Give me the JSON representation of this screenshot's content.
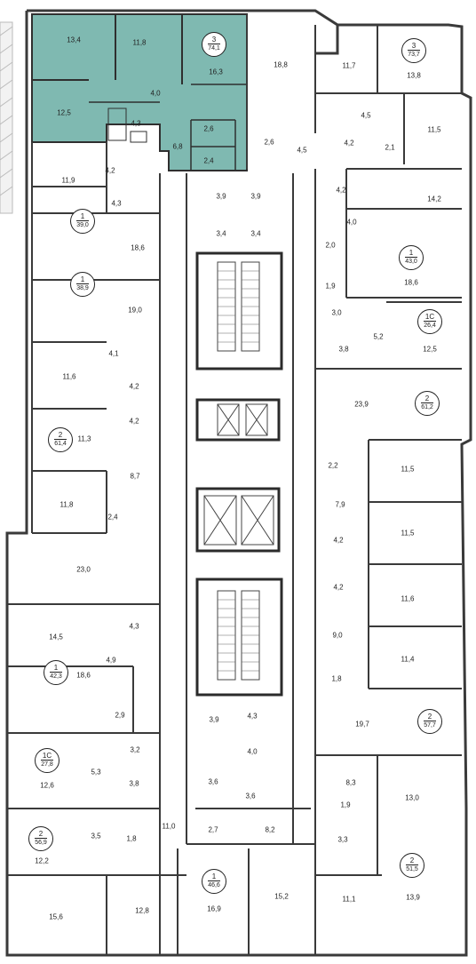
{
  "colors": {
    "wall": "#3a3a3a",
    "selected": "#7fb9b1",
    "background": "#ffffff",
    "stairs": "#2b2b2b"
  },
  "selected_apartment": {
    "rooms": "3",
    "area": "74,1"
  },
  "badges": [
    {
      "rooms": "3",
      "area": "74,1"
    },
    {
      "rooms": "3",
      "area": "73,7"
    },
    {
      "rooms": "1",
      "area": "39,0"
    },
    {
      "rooms": "1",
      "area": "43,0"
    },
    {
      "rooms": "1",
      "area": "38,9"
    },
    {
      "rooms": "1С",
      "area": "26,4"
    },
    {
      "rooms": "2",
      "area": "61,2"
    },
    {
      "rooms": "2",
      "area": "61,4"
    },
    {
      "rooms": "1",
      "area": "42,3"
    },
    {
      "rooms": "2",
      "area": "57,7"
    },
    {
      "rooms": "1С",
      "area": "27,8"
    },
    {
      "rooms": "2",
      "area": "56,9"
    },
    {
      "rooms": "2",
      "area": "51,5"
    },
    {
      "rooms": "1",
      "area": "46,6"
    }
  ],
  "room_areas": [
    "13,4",
    "11,8",
    "16,3",
    "12,5",
    "4,0",
    "4,3",
    "2,6",
    "6,8",
    "2,4",
    "18,8",
    "2,6",
    "4,5",
    "11,7",
    "13,8",
    "4,5",
    "4,2",
    "2,1",
    "11,5",
    "11,9",
    "4,2",
    "4,3",
    "4,2",
    "14,2",
    "4,0",
    "3,9",
    "3,9",
    "3,4",
    "3,4",
    "18,6",
    "2,0",
    "18,6",
    "1,9",
    "19,0",
    "3,0",
    "5,2",
    "12,5",
    "3,8",
    "4,1",
    "11,6",
    "4,2",
    "4,2",
    "23,9",
    "11,3",
    "2,2",
    "8,7",
    "11,5",
    "11,8",
    "7,9",
    "2,4",
    "11,5",
    "23,0",
    "4,2",
    "4,2",
    "11,6",
    "14,5",
    "4,3",
    "9,0",
    "4,9",
    "11,4",
    "18,6",
    "1,8",
    "2,9",
    "19,7",
    "3,9",
    "4,3",
    "4,0",
    "3,2",
    "5,3",
    "3,8",
    "8,3",
    "12,6",
    "3,6",
    "3,6",
    "1,9",
    "13,0",
    "3,5",
    "1,8",
    "11,0",
    "2,7",
    "8,2",
    "3,3",
    "12,2",
    "15,6",
    "12,8",
    "16,9",
    "15,2",
    "11,1",
    "13,9"
  ]
}
